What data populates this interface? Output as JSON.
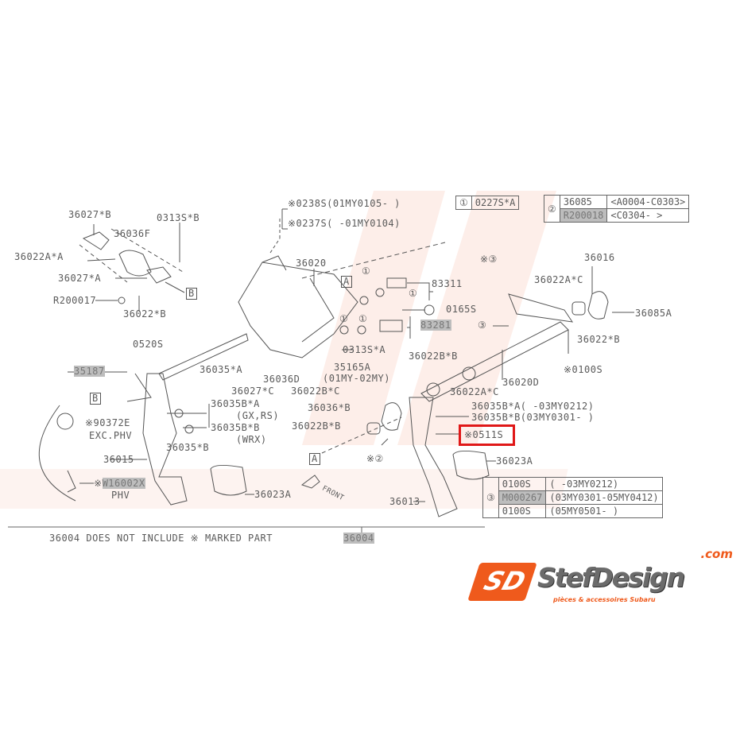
{
  "watermark": {
    "brand": "StefDesign",
    "domain": ".com",
    "tagline": "pièces & accessoires Subaru"
  },
  "logo": {
    "mark": "SD",
    "brand": "StefDesign",
    "domain": ".com",
    "tagline": "pièces & accessoires Subaru"
  },
  "labels": {
    "p0238s": "※0238S(01MY0105-    )",
    "p0237s": "※0237S(    -01MY0104)",
    "p36027b": "36027*B",
    "p0313sb": "0313S*B",
    "p36036f": "36036F",
    "p36022aa": "36022A*A",
    "p36020": "36020",
    "p36027a": "36027*A",
    "r200017": "R200017",
    "p36022b_left": "36022*B",
    "p83311": "83311",
    "p0165s": "0165S",
    "p83281": "83281",
    "p36016": "36016",
    "p36022ac_top": "36022A*C",
    "p36085a": "36085A",
    "p36022b_right": "36022*B",
    "p0100s": "※0100S",
    "p36020d": "36020D",
    "p0520s": "0520S",
    "p0313sa": "0313S*A",
    "p36022bb_top": "36022B*B",
    "p36035a": "36035*A",
    "p36036d": "36036D",
    "p35165a": "35165A",
    "p35165a_note": "(01MY-02MY)",
    "p35187": "35187",
    "p36027c": "36027*C",
    "p36022bc": "36022B*C",
    "p36022ac_bot": "36022A*C",
    "p36035ba_left": "36035B*A",
    "p36035ba_left_note": "(GX,RS)",
    "p36035bb_left": "36035B*B",
    "p36035bb_left_note": "(WRX)",
    "p36036b": "36036*B",
    "p36022bb_bot": "36022B*B",
    "p36035ba_right": "36035B*A(    -03MY0212)",
    "p36035bb_right": "36035B*B(03MY0301-    )",
    "p0511s": "※0511S",
    "p90372e": "※90372E",
    "p90372e_note": "EXC.PHV",
    "p36035b": "36035*B",
    "p36015": "36015",
    "p36023a_left": "36023A",
    "p36023a_right": "36023A",
    "pw16002x_mark": "※",
    "pw16002x": "W16002X",
    "pw16002x_note": "PHV",
    "p36013": "36013",
    "ref3_top": "※③",
    "ref3_mid": "③",
    "ref2": "※②",
    "ref1": "①",
    "box_a": "A",
    "box_b": "B",
    "front": "FRONT",
    "footer_note": "36004 DOES NOT INCLUDE ※ MARKED PART",
    "footer_part": "36004"
  },
  "table1": {
    "ref": "①",
    "part": "0227S*A"
  },
  "table2": {
    "ref": "②",
    "rows": [
      {
        "part": "36085",
        "range": "<A0004-C0303>"
      },
      {
        "part": "R200018",
        "range": "<C0304-     >"
      }
    ]
  },
  "table3": {
    "ref": "③",
    "rows": [
      {
        "part": "0100S",
        "range": "(        -03MY0212)"
      },
      {
        "part": "M000267",
        "range": "(03MY0301-05MY0412)"
      },
      {
        "part": "0100S",
        "range": "(05MY0501-        )"
      }
    ]
  },
  "highlight": {
    "target": "p0511s",
    "color": "#e01818"
  }
}
